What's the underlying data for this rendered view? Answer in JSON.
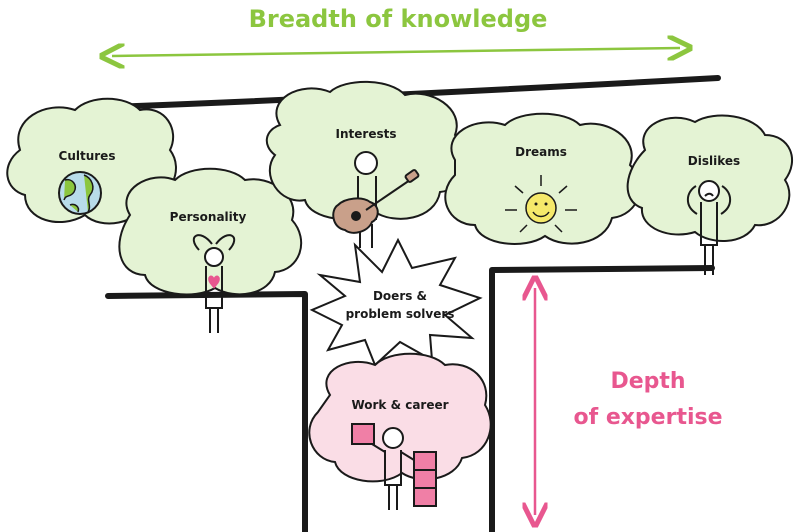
{
  "title": "Breadth of knowledge",
  "depth_label": [
    "Depth",
    "of expertise"
  ],
  "center_label": [
    "Doers &",
    "problem solvers"
  ],
  "clouds": {
    "cultures": "Cultures",
    "personality": "Personality",
    "interests": "Interests",
    "dreams": "Dreams",
    "dislikes": "Dislikes",
    "work": "Work & career"
  },
  "colors": {
    "breadth": "#8cc63f",
    "depth": "#e8578f",
    "cloud_green": "#e4f3d4",
    "cloud_pink": "#fadde6",
    "outline": "#1a1a1a"
  }
}
